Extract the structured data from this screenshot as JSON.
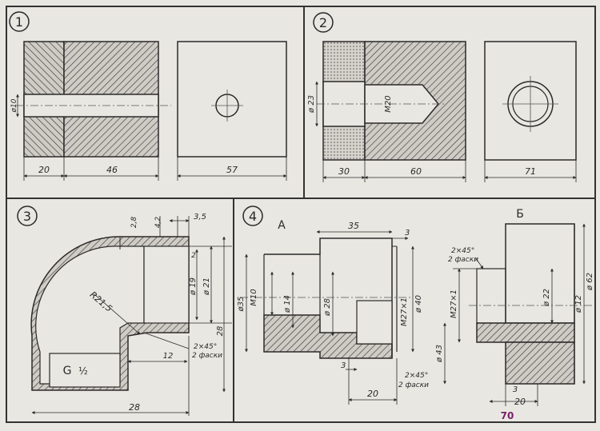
{
  "panels": {
    "p1": {
      "number": "1",
      "dims": {
        "left_width": "20",
        "right_width": "46",
        "hole": "ø10",
        "side_width": "57"
      }
    },
    "p2": {
      "number": "2",
      "dims": {
        "outer_dia": "ø 23",
        "thread": "M20",
        "left_width": "30",
        "right_width": "60",
        "side_width": "71"
      }
    },
    "p3": {
      "number": "3",
      "dims": {
        "d28": "2,8",
        "d42": "4,2",
        "d35": "3,5",
        "dia19": "ø 19",
        "dia21": "ø 21",
        "radius": "R21,5",
        "r2": "2",
        "chamfer": "2×45°",
        "chamfer_note": "2 фаски",
        "d12": "12",
        "d28_right": "28",
        "d28_bottom": "28",
        "g_label": "G",
        "g_size": "½"
      }
    },
    "p4": {
      "number": "4",
      "title": "A",
      "dims": {
        "d35": "35",
        "d3_top": "3",
        "dia35": "ø35",
        "m10": "M10",
        "dia14": "ø 14",
        "dia28": "ø 28",
        "m27": "M27×1",
        "dia40": "ø 40",
        "d3_bottom": "3",
        "d20": "20",
        "chamfer": "2×45°",
        "chamfer_note": "2 фаски"
      }
    },
    "p5": {
      "title": "Б",
      "dims": {
        "chamfer": "2×45°",
        "chamfer_note": "2 фаски",
        "m27": "M27×1",
        "dia22": "ø 22",
        "dia43": "ø 43",
        "dia62": "ø 62",
        "d12": "ø 12",
        "d3": "3",
        "d20": "20"
      }
    }
  },
  "page_number": "70",
  "colors": {
    "paper": "#e9e7e1",
    "ink": "#2a2a2a",
    "page_number": "#7a1f6b"
  }
}
